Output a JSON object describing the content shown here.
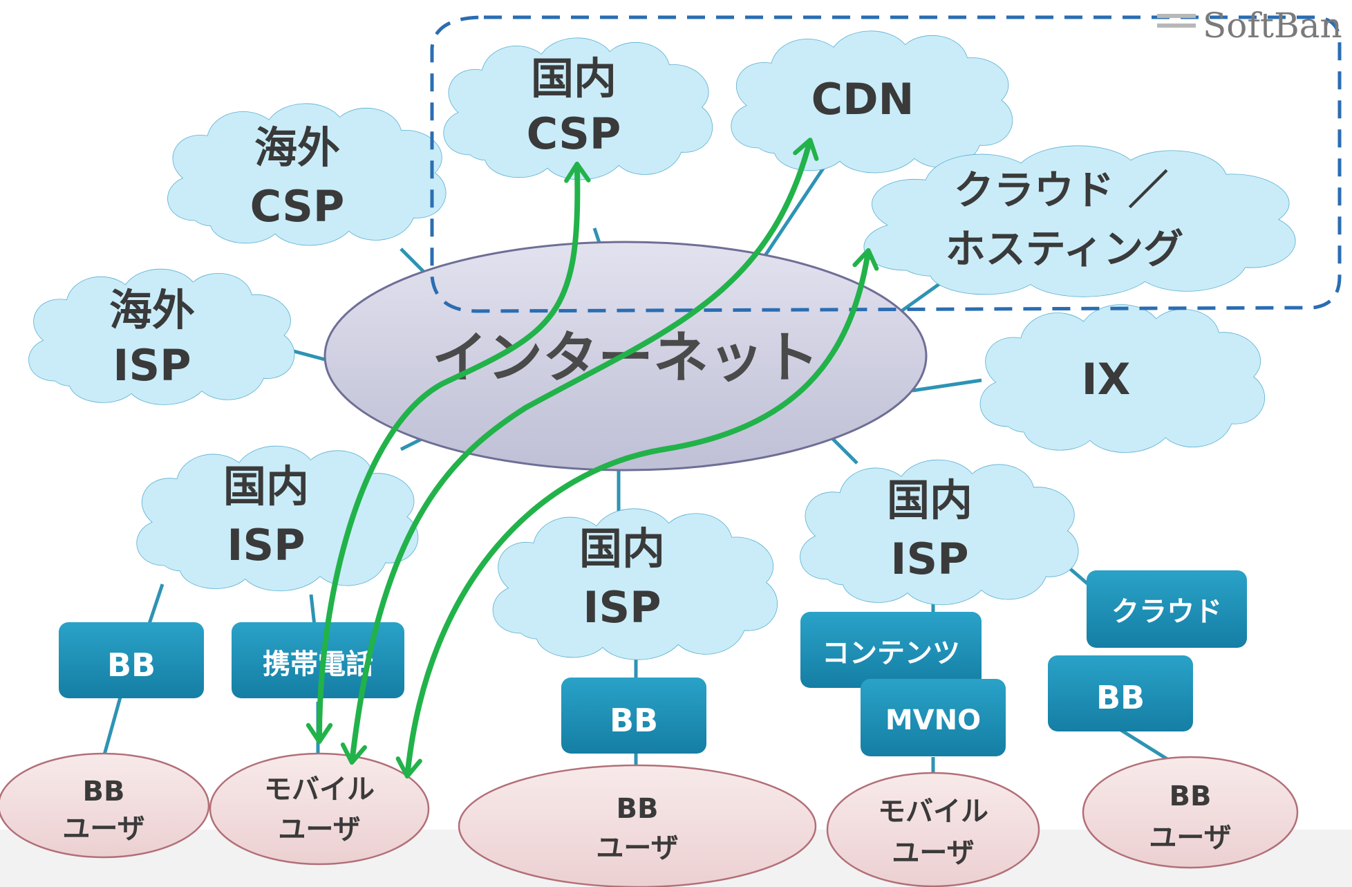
{
  "logo": {
    "text": "SoftBan"
  },
  "center": {
    "label": "インターネット"
  },
  "clouds": {
    "overseas_csp": [
      "海外",
      "CSP"
    ],
    "overseas_isp": [
      "海外",
      "ISP"
    ],
    "domestic_csp": [
      "国内",
      "CSP"
    ],
    "cdn": [
      "CDN"
    ],
    "cloud_hosting": [
      "クラウド ／",
      "ホスティング"
    ],
    "ix": [
      "IX"
    ],
    "isp_left": [
      "国内",
      "ISP"
    ],
    "isp_center": [
      "国内",
      "ISP"
    ],
    "isp_right": [
      "国内",
      "ISP"
    ]
  },
  "boxes": {
    "bb_left": "BB",
    "mobile_phone": "携帯電話",
    "bb_center": "BB",
    "contents": "コンテンツ",
    "mvno": "MVNO",
    "cloud": "クラウド",
    "bb_right": "BB"
  },
  "users": {
    "bb_user_left": [
      "BB",
      "ユーザ"
    ],
    "mobile_user_left": [
      "モバイル",
      "ユーザ"
    ],
    "bb_user_center": [
      "BB",
      "ユーザ"
    ],
    "mobile_user_right": [
      "モバイル",
      "ユーザ"
    ],
    "bb_user_right": [
      "BB",
      "ユーザ"
    ]
  },
  "colors": {
    "cloud_fill": "#c9ecf8",
    "cloud_stroke": "#5aaed0",
    "box_fill": "#1d8fb7",
    "user_fill": "#f3dede",
    "user_stroke": "#b26f78",
    "internet_fill": "#d3d3e6",
    "connector": "#2e93b4",
    "arrow": "#22b24a",
    "dashed_border": "#2a6db2"
  }
}
